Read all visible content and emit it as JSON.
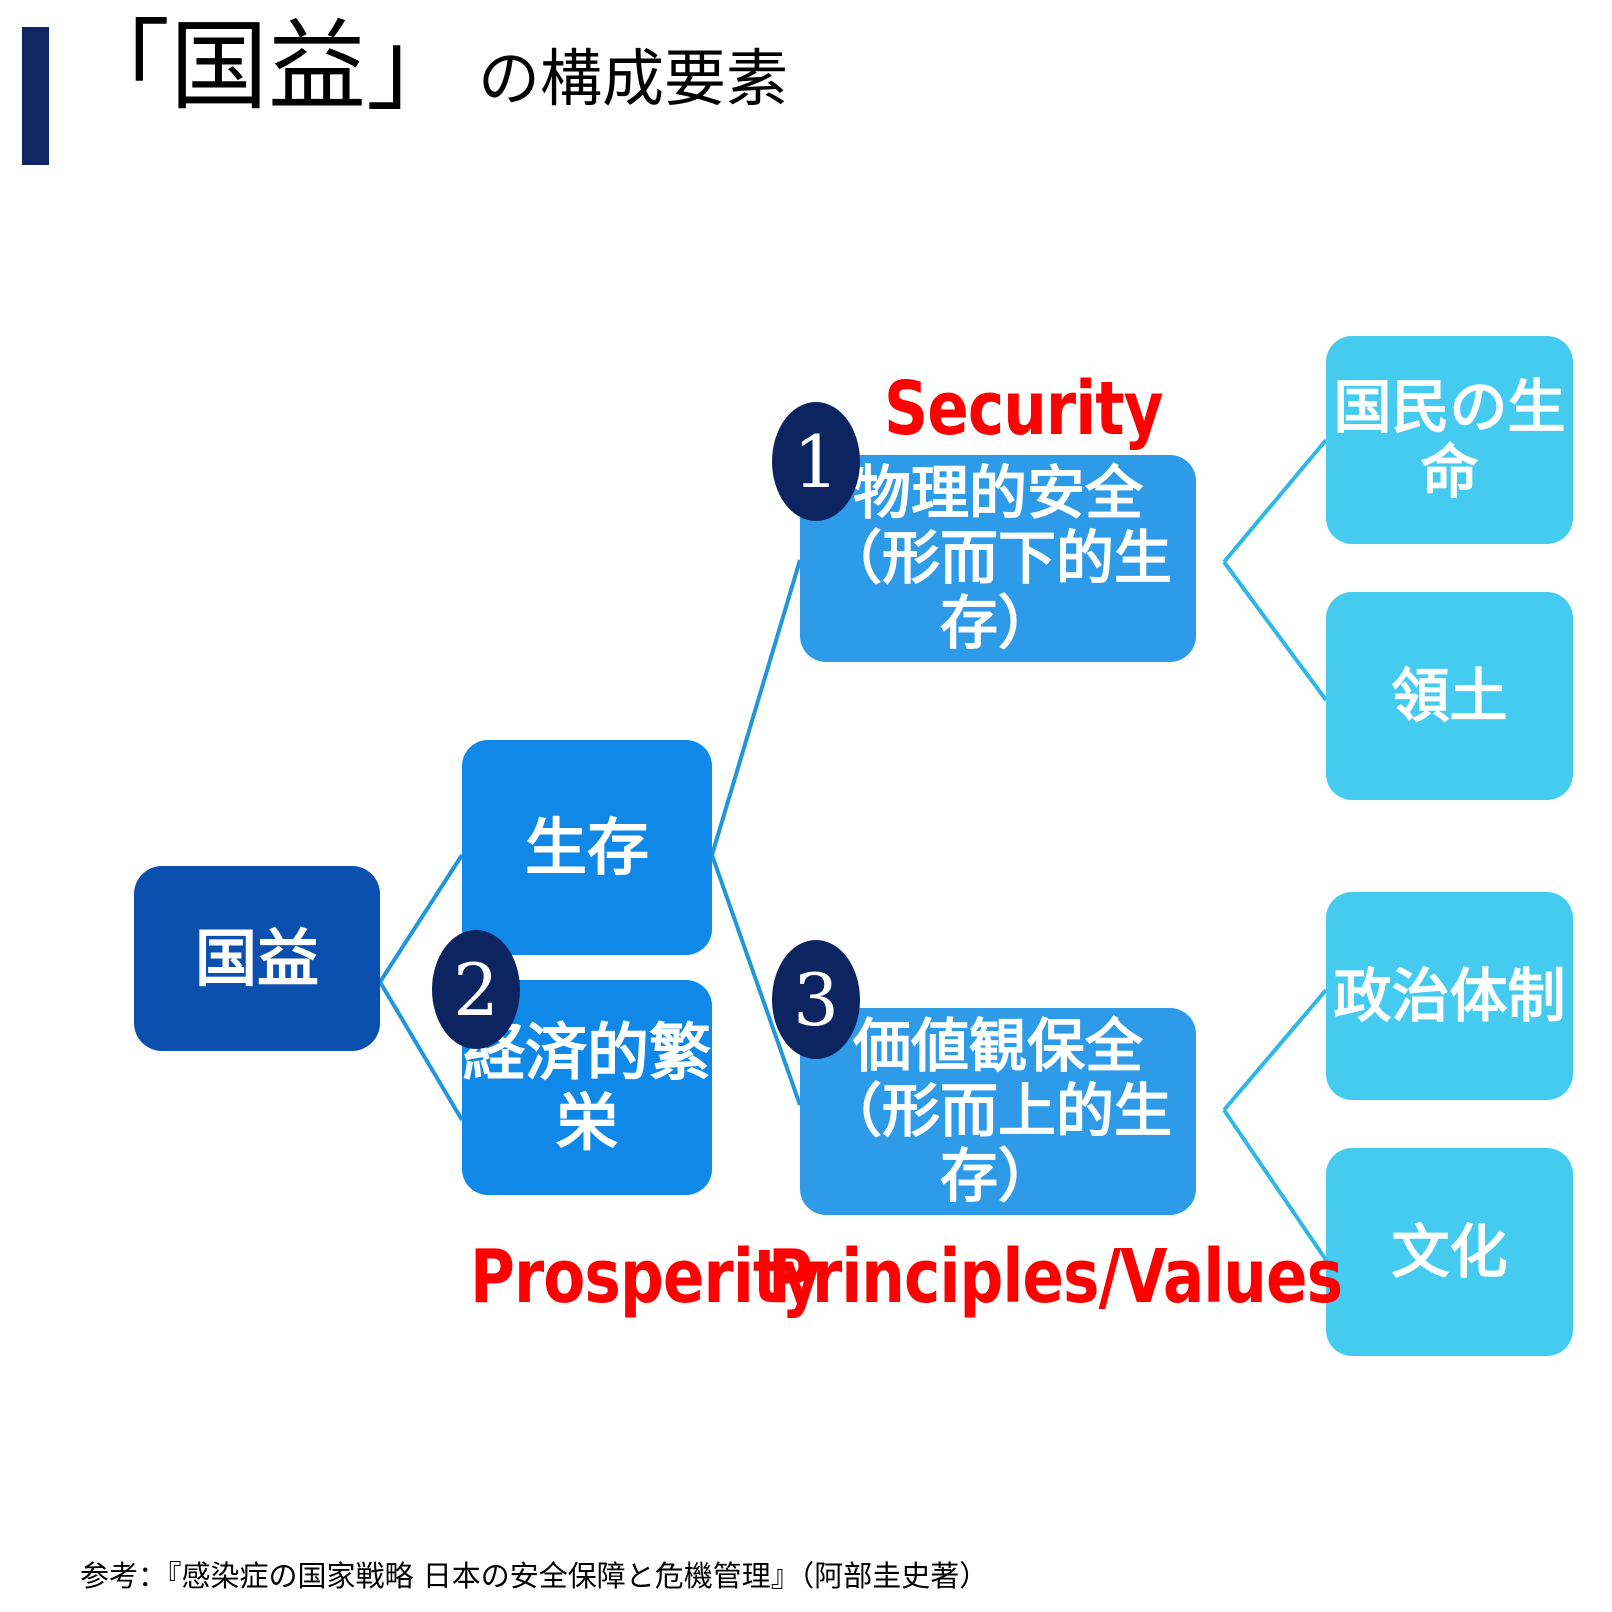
{
  "title": {
    "main": "「国益」",
    "sub": "の構成要素",
    "accent_bar_color": "#102763"
  },
  "colors": {
    "root": "#0B50AE",
    "level2": "#0F88E8",
    "level3": "#2E9BE8",
    "leaf": "#45CBF0",
    "badge": "#0C2561",
    "connector": "#2196DC",
    "english_label": "#FF0000"
  },
  "diagram": {
    "root": {
      "label": "国益"
    },
    "level2": [
      {
        "label": "生存"
      },
      {
        "label": "経済的繁栄"
      }
    ],
    "level3": [
      {
        "label": "物理的安全\n（形而下的生存）"
      },
      {
        "label": "価値観保全\n（形而上的生存）"
      }
    ],
    "leaves": [
      {
        "label": "国民の生命"
      },
      {
        "label": "領土"
      },
      {
        "label": "政治体制"
      },
      {
        "label": "文化"
      }
    ],
    "badges": [
      {
        "number": "1"
      },
      {
        "number": "2"
      },
      {
        "number": "3"
      }
    ],
    "english_labels": [
      {
        "text": "Security"
      },
      {
        "text": "Prosperity"
      },
      {
        "text": "Principles/Values"
      }
    ]
  },
  "footer": {
    "note": "参考：『感染症の国家戦略 日本の安全保障と危機管理』（阿部圭史著）"
  }
}
